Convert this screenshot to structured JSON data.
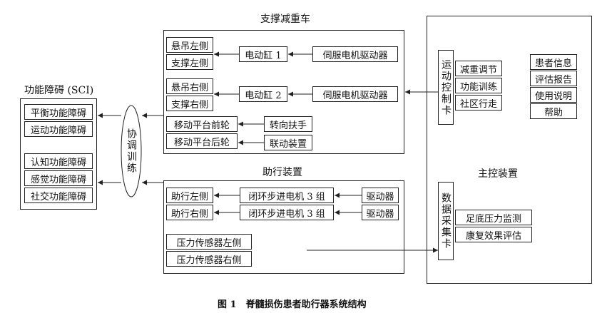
{
  "titles": {
    "support_car": "支撑减重车",
    "sci": "功能障碍 (SCI)",
    "walking_aid": "助行装置",
    "main_control": "主控装置"
  },
  "sci_boxes": [
    "平衡功能障碍",
    "运动功能障碍",
    "认知功能障碍",
    "感觉功能障碍",
    "社交功能障碍"
  ],
  "coordination": "协调训练",
  "support_car": {
    "group1": {
      "left": [
        "悬吊左侧",
        "支撑左侧"
      ],
      "cylinder": "电动缸 1",
      "driver": "伺服电机驱动器"
    },
    "group2": {
      "left": [
        "悬吊右侧",
        "支撑右侧"
      ],
      "cylinder": "电动缸 2",
      "driver": "伺服电机驱动器"
    },
    "group3": {
      "left": [
        "移动平台前轮",
        "移动平台后轮"
      ],
      "right": [
        "转向扶手",
        "联动装置"
      ]
    }
  },
  "walking_aid": {
    "rows": [
      {
        "left": "助行左侧",
        "motor": "闭环步进电机 3 组",
        "driver": "驱动器"
      },
      {
        "left": "助行右侧",
        "motor": "闭环步进电机 3 组",
        "driver": "驱动器"
      }
    ],
    "sensors": [
      "压力传感器左侧",
      "压力传感器右侧"
    ]
  },
  "main_control": {
    "motion_card": "运动控制卡",
    "motion_items": [
      "减重调节",
      "功能训练",
      "社区行走"
    ],
    "right_items": [
      "患者信息",
      "评估报告",
      "使用说明",
      "帮助"
    ],
    "daq_card": "数据采集卡",
    "daq_items": [
      "足底压力监测",
      "康复效果评估"
    ]
  },
  "caption": "图 1　脊髓损伤患者助行器系统结构"
}
